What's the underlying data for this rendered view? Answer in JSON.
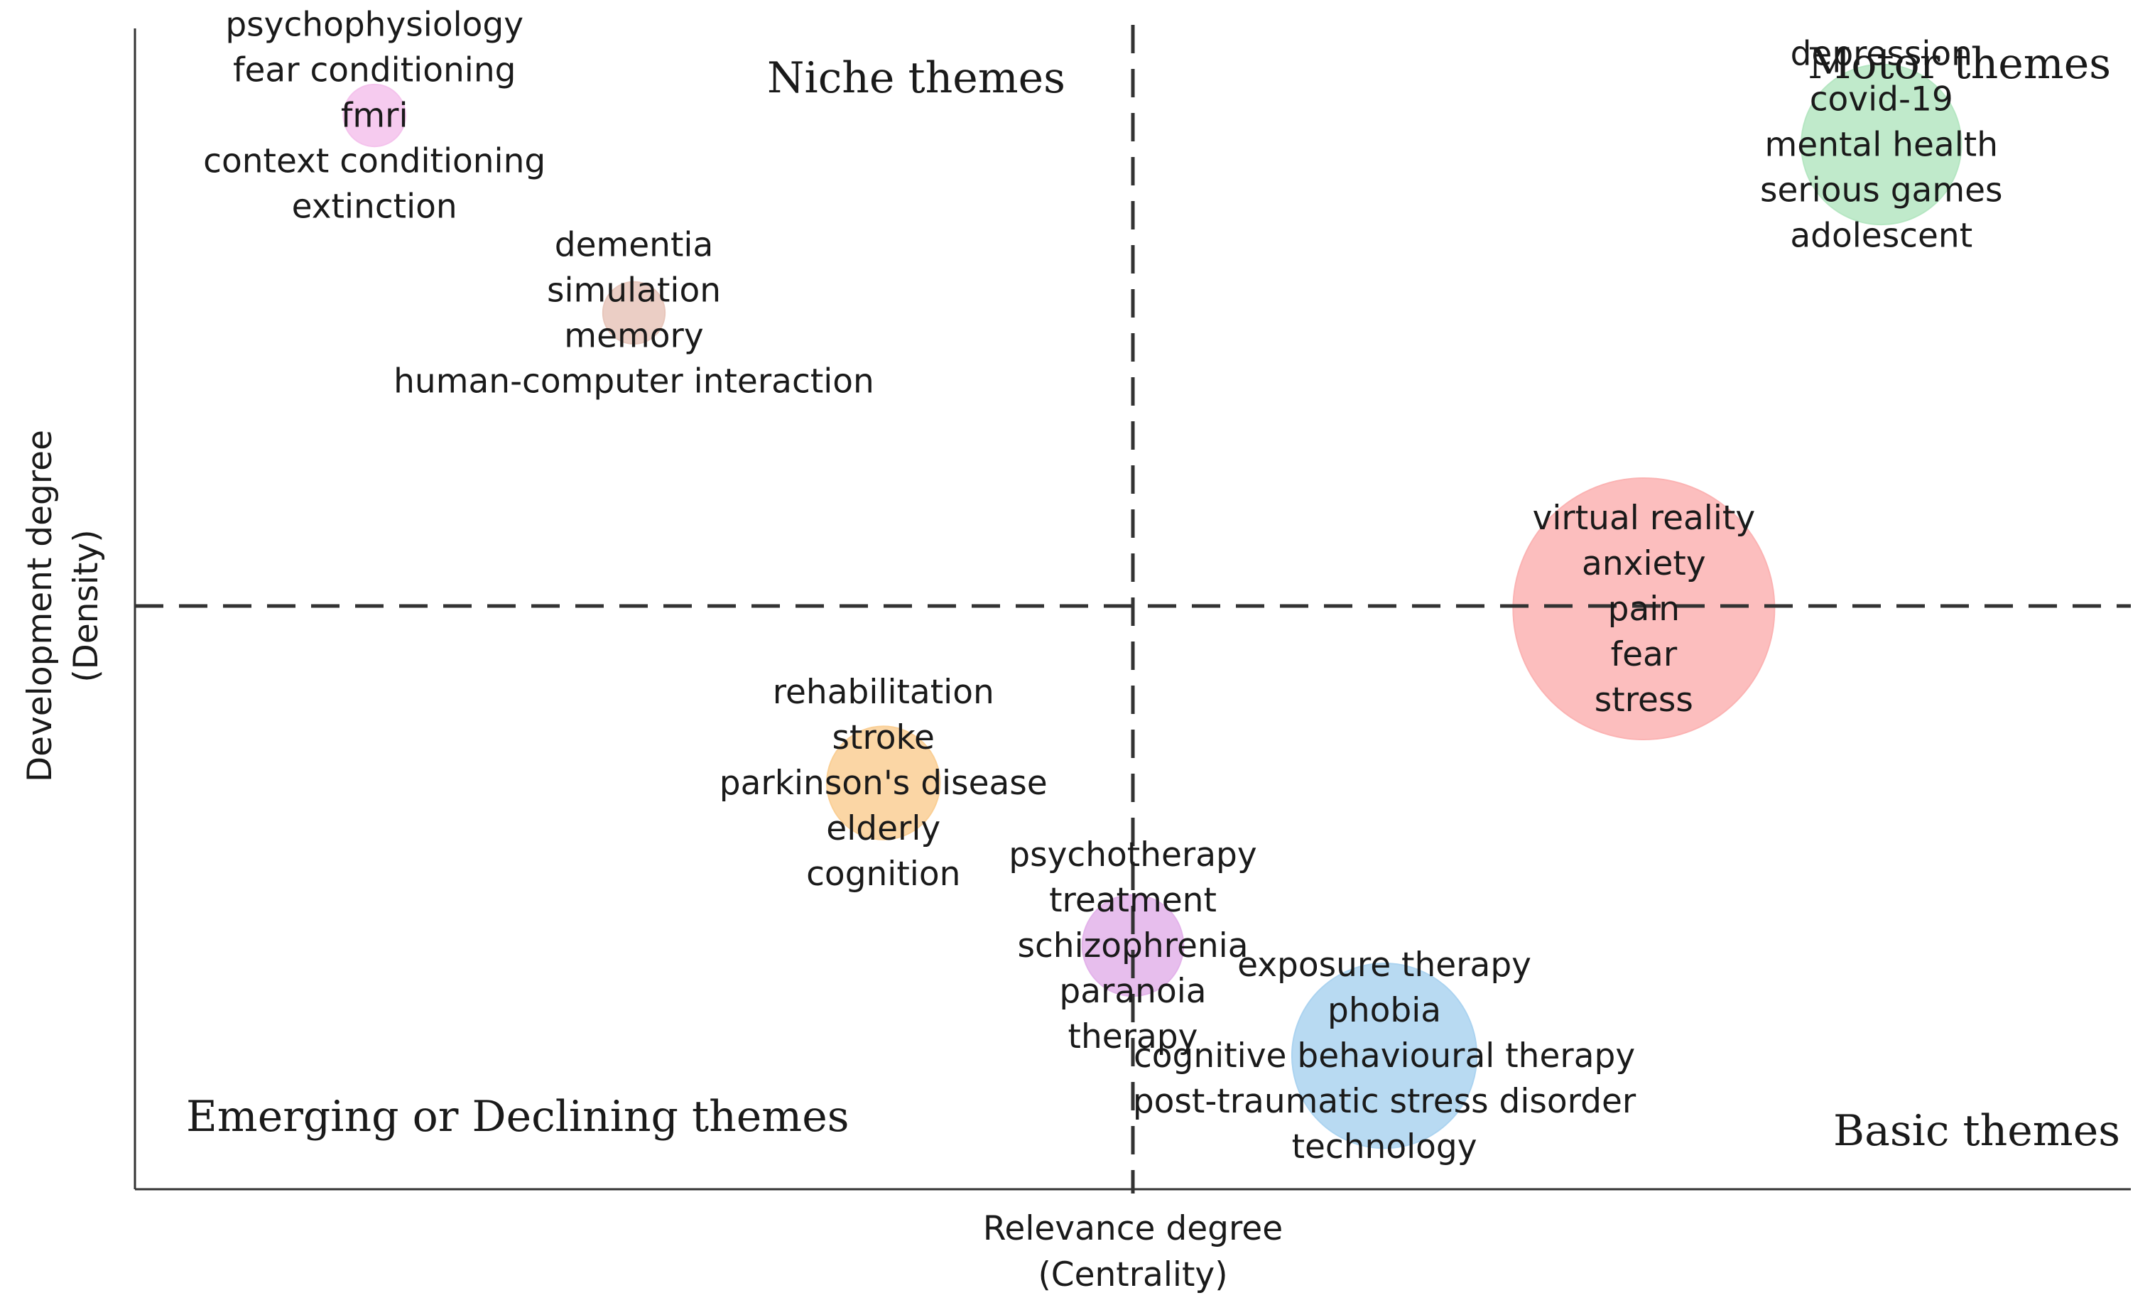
{
  "chart_data": {
    "type": "scatter",
    "title": "",
    "xlabel": [
      "Relevance degree",
      "(Centrality)"
    ],
    "ylabel": [
      "Development degree",
      "(Density)"
    ],
    "quadrants": {
      "top_left": "Niche themes",
      "top_right": "Motor themes",
      "bottom_left": "Emerging or Declining themes",
      "bottom_right": "Basic themes"
    },
    "clusters": [
      {
        "color": "#f4c2ec",
        "centrality": 0.12,
        "density": 0.85,
        "size": 0.9,
        "keywords": [
          "psychophysiology",
          "fear conditioning",
          "fmri",
          "context conditioning",
          "extinction"
        ]
      },
      {
        "color": "#e7c6bb",
        "centrality": 0.25,
        "density": 0.51,
        "size": 0.9,
        "keywords": [
          "dementia",
          "simulation",
          "memory",
          "human-computer interaction"
        ]
      },
      {
        "color": "#facf95",
        "centrality": 0.375,
        "density": -0.3,
        "size": 3.0,
        "keywords": [
          "rehabilitation",
          "stroke",
          "parkinson's disease",
          "elderly",
          "cognition"
        ]
      },
      {
        "color": "#e3b3ea",
        "centrality": 0.5,
        "density": -0.58,
        "size": 2.4,
        "keywords": [
          "psychotherapy",
          "treatment",
          "schizophrenia",
          "paranoia",
          "therapy"
        ]
      },
      {
        "color": "#abd3f0",
        "centrality": 0.626,
        "density": -0.77,
        "size": 8.0,
        "keywords": [
          "exposure therapy",
          "phobia",
          "cognitive behavioural therapy",
          "post-traumatic stress disorder",
          "technology"
        ]
      },
      {
        "color": "#fbb3b3",
        "centrality": 0.756,
        "density": 0.0,
        "size": 16.0,
        "keywords": [
          "virtual reality",
          "anxiety",
          "pain",
          "fear",
          "stress"
        ]
      },
      {
        "color": "#b5e6c2",
        "centrality": 0.875,
        "density": 0.8,
        "size": 6.0,
        "keywords": [
          "depression",
          "covid-19",
          "mental health",
          "serious games",
          "adolescent"
        ]
      }
    ],
    "xlim": [
      0,
      1
    ],
    "ylim": [
      -1,
      1
    ],
    "divider_x": 0.5,
    "divider_y": 0.0,
    "grid": false,
    "legend": "none"
  }
}
